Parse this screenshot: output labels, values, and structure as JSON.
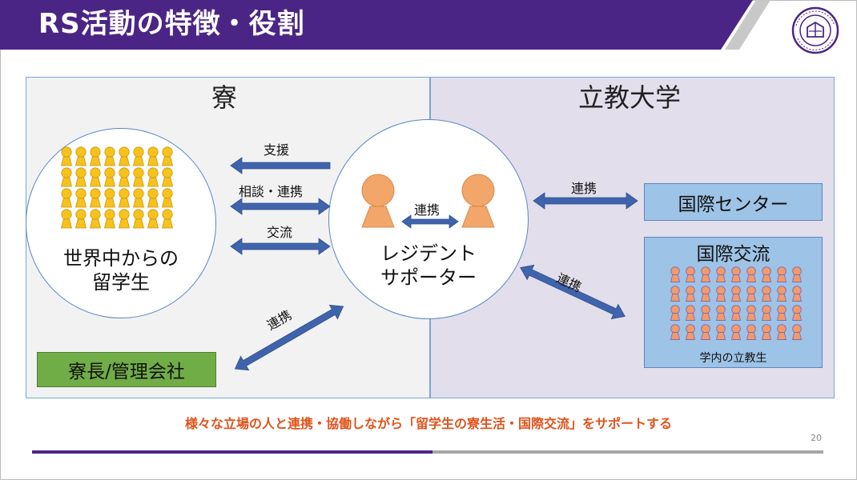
{
  "slide": {
    "title": "RS活動の特徴・役割",
    "page_number": "20",
    "footer_message": "様々な立場の人と連携・協働しながら「留学生の寮生活・国際交流」をサポートする"
  },
  "left_panel": {
    "heading": "寮",
    "students_label_line1": "世界中からの",
    "students_label_line2": "留学生",
    "manager_box": "寮長/管理会社"
  },
  "right_panel": {
    "heading": "立教大学",
    "intl_center_box": "国際センター",
    "exchange_box_title": "国際交流",
    "exchange_box_caption": "学内の立教生"
  },
  "center": {
    "rs_label_line1": "レジデント",
    "rs_label_line2": "サポーター",
    "inner_link": "連携"
  },
  "arrows": {
    "support": "支援",
    "consult": "相談・連携",
    "exchange": "交流",
    "manager_link": "連携",
    "center_link": "連携",
    "exchange_link": "連携"
  },
  "colors": {
    "title_purple": "#4b2586",
    "arrow_blue": "#3f64ac",
    "student_yellow": "#f7c21a",
    "supporter_orange": "#f2a66a",
    "rikkyo_student_orange": "#f29a6b",
    "manager_green": "#70ad47",
    "box_blue": "#9dc3e6",
    "accent_red": "#e0531c"
  },
  "icons": {
    "logo": "rikkyo-university-seal-icon",
    "person": "person-icon"
  }
}
